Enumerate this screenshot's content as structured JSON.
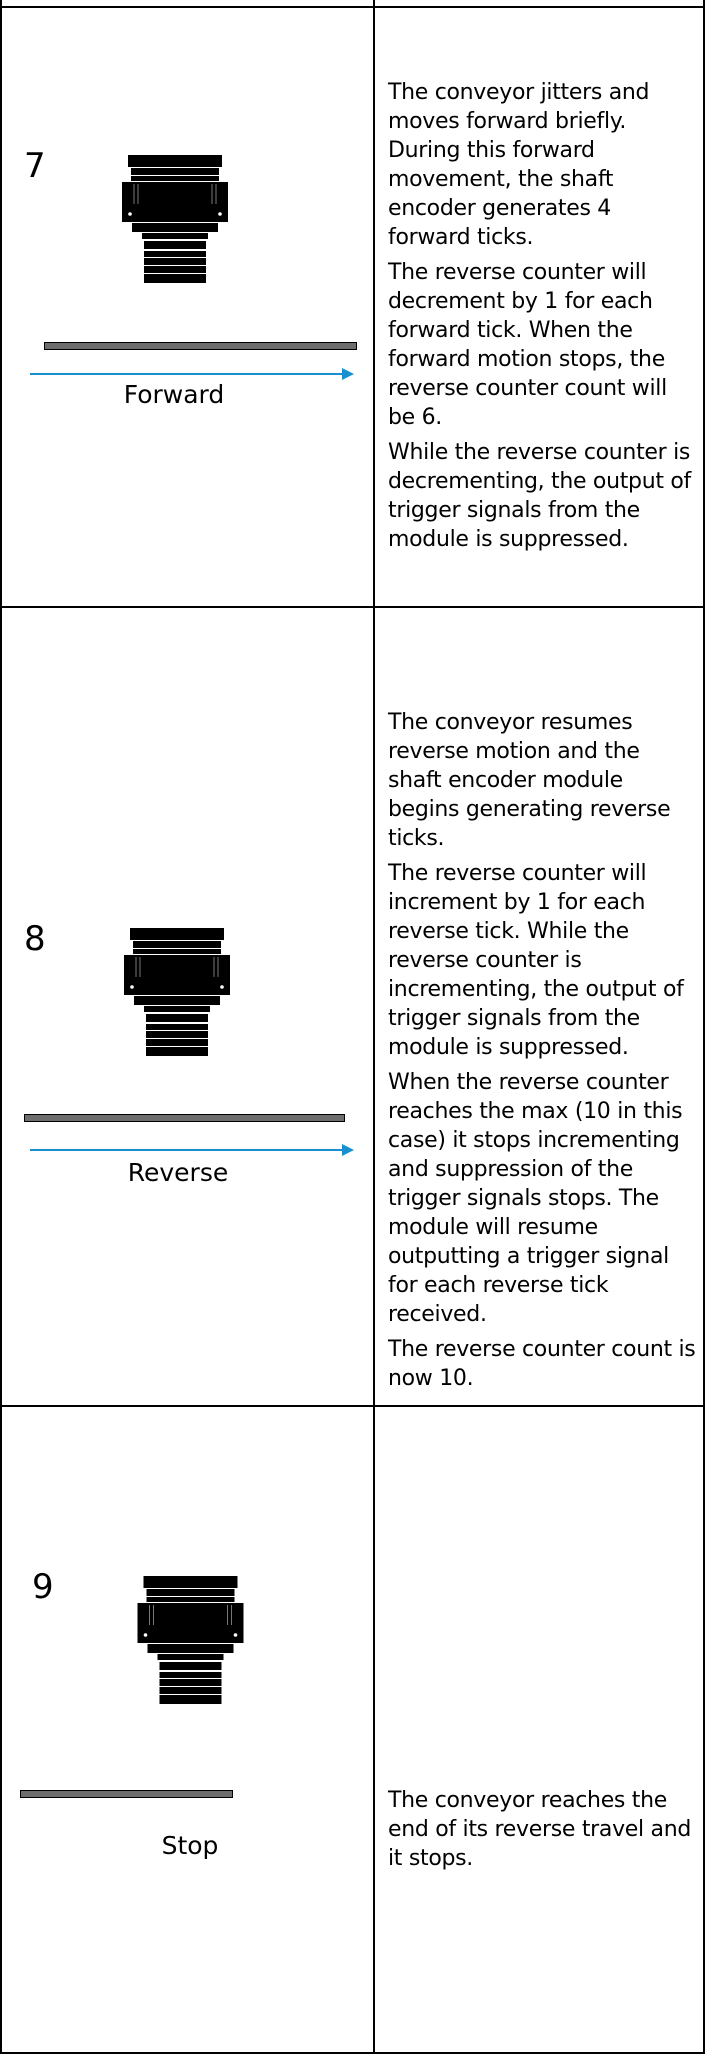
{
  "steps": [
    {
      "number": "7",
      "direction": "Forward",
      "paragraphs": [
        "The conveyor jitters and moves forward briefly. During this forward movement, the shaft encoder generates 4 forward ticks.",
        "The reverse counter will decrement by 1 for each forward tick. When the forward motion stops, the reverse counter count will be 6.",
        "While the reverse counter is decrementing, the output of trigger signals from the module is suppressed."
      ]
    },
    {
      "number": "8",
      "direction": "Reverse",
      "paragraphs": [
        "The conveyor resumes reverse motion and the shaft encoder module begins generating reverse ticks.",
        "The reverse counter will increment by 1 for each reverse tick. While the reverse counter is incrementing, the output of trigger signals from the module is suppressed.",
        "When the reverse counter reaches the max (10 in this case) it stops incrementing and suppression of the trigger signals stops. The module will resume outputting a trigger signal for each reverse tick received.",
        "The reverse counter count is now 10."
      ]
    },
    {
      "number": "9",
      "direction": "Stop",
      "paragraphs": [
        "The conveyor reaches the end of its reverse travel and it stops."
      ]
    }
  ],
  "colors": {
    "arrow": "#1a8fd0",
    "rail": "#6e6e6e",
    "border": "#000000"
  },
  "icons": [
    "sensor-icon",
    "arrow-right-icon",
    "conveyor-rail"
  ]
}
